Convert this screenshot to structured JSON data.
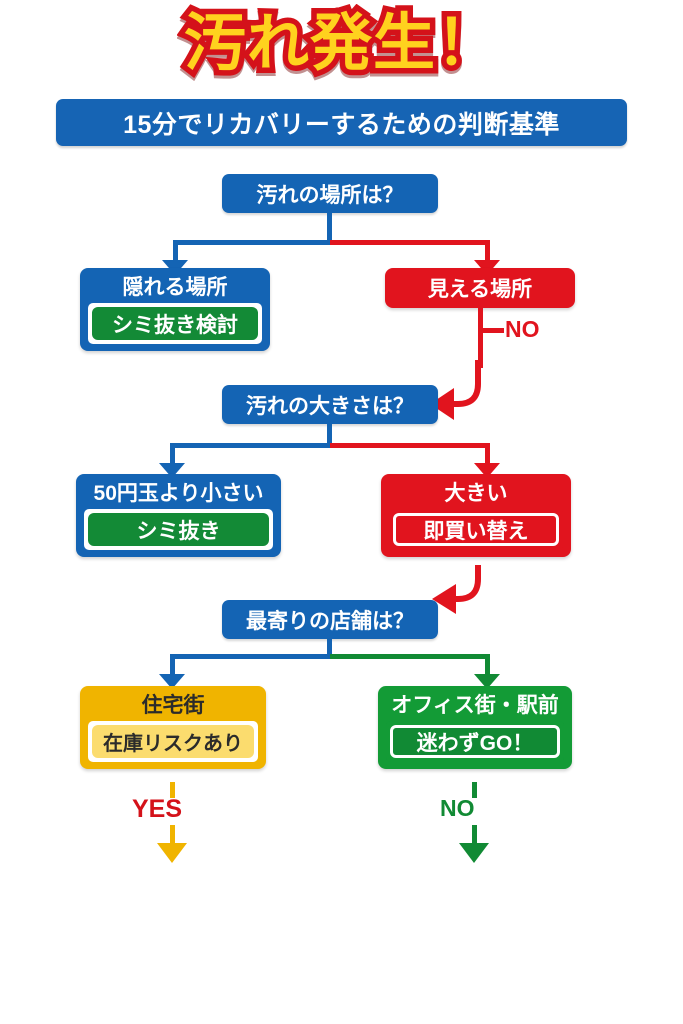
{
  "header": {
    "title": "汚れ発生！",
    "subtitle": "15分でリカバリーするための判断基準",
    "title_fill": "#FFD21E",
    "title_stroke": "#D4121A",
    "subtitle_bg": "#1664B4"
  },
  "palette": {
    "blue": "#1464B4",
    "red": "#E1141E",
    "green": "#139B36",
    "amber": "#F0B400",
    "light_amber": "#FBDC6E",
    "white": "#FFFFFF"
  },
  "flow": {
    "questions": [
      {
        "id": "q1",
        "text": "汚れの場所は？"
      },
      {
        "id": "q2",
        "text": "汚れの大きさは？"
      },
      {
        "id": "q3",
        "text": "最寄りの店舗は？"
      }
    ],
    "cards": [
      {
        "id": "c-hidden",
        "head": "隠れる場所",
        "inner": "シミ抜き検討",
        "head_color": "#1464B4",
        "inner_color": "#138A36"
      },
      {
        "id": "c-visible",
        "head": "見える場所",
        "inner": "",
        "head_color": "#E1141E",
        "inner_color": ""
      },
      {
        "id": "c-small",
        "head": "50円玉より小さい",
        "inner": "シミ抜き",
        "head_color": "#1464B4",
        "inner_color": "#138A36"
      },
      {
        "id": "c-big",
        "head": "大きい",
        "inner": "即買い替え",
        "head_color": "#E1141E",
        "inner_color": "#E1141E"
      },
      {
        "id": "c-residential",
        "head": "住宅街",
        "inner": "在庫リスクあり",
        "head_color": "#F0B400",
        "inner_color": "#FBDC6E"
      },
      {
        "id": "c-office",
        "head": "オフィス街・駅前",
        "inner": "迷わずGO！",
        "head_color": "#139B36",
        "inner_color": "#118A34"
      }
    ],
    "edge_labels": [
      {
        "id": "no-1",
        "text": "NO",
        "color": "#E1141E"
      },
      {
        "id": "yes-bottom",
        "text": "YES",
        "color": "#D4121A"
      },
      {
        "id": "no-bottom",
        "text": "NO",
        "color": "#118A34"
      }
    ]
  }
}
